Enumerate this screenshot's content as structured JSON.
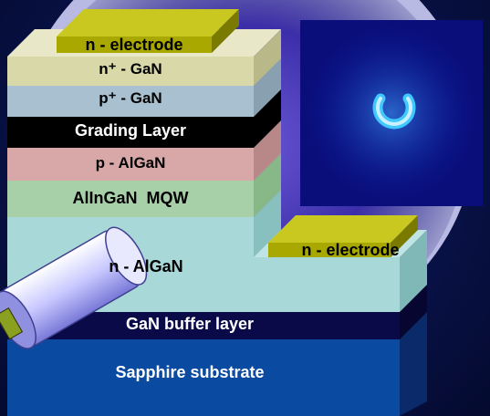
{
  "diagram": {
    "layers": {
      "n_electrode_top": "n - electrode",
      "n_plus_gan": "n⁺ - GaN",
      "p_plus_gan": "p⁺ - GaN",
      "grading_layer": "Grading Layer",
      "p_algan": "p - AlGaN",
      "mqw": "AlInGaN  MQW",
      "n_algan": "n - AlGaN",
      "n_electrode_side": "n - electrode",
      "buffer": "GaN buffer layer",
      "substrate": "Sapphire substrate"
    },
    "colors": {
      "electrode": "#a8a800",
      "n_plus_gan": "#d8d8a8",
      "p_plus_gan": "#a8c0d0",
      "grading": "#000000",
      "p_algan": "#d8a8a8",
      "mqw": "#a8d0a8",
      "n_algan": "#a8d8d8",
      "buffer": "#0a0a50",
      "substrate": "#0a4a9a",
      "background": "#0a1450"
    }
  },
  "photo": {
    "description_icon": "emission-ring-icon"
  }
}
